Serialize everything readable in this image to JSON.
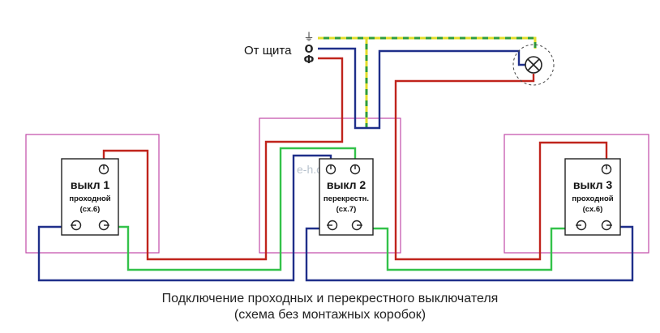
{
  "source_label": "От щита",
  "terminal_marks": {
    "ground": "⏚",
    "neutral": "О",
    "phase": "Ф"
  },
  "watermark": "e-h.com.ua",
  "switches": [
    {
      "title": "выкл 1",
      "type": "проходной",
      "ref": "(сх.6)"
    },
    {
      "title": "выкл 2",
      "type": "перекрестн.",
      "ref": "(сх.7)"
    },
    {
      "title": "выкл 3",
      "type": "проходной",
      "ref": "(сх.6)"
    }
  ],
  "caption": {
    "line1": "Подключение проходных и перекрестного выключателя",
    "line2": "(схема без монтажных коробок)"
  },
  "colors": {
    "phase": "#c0241c",
    "neutral": "#1f2f8a",
    "traveler": "#33c24a",
    "ground_green": "#2f9c3a",
    "ground_yellow": "#e3dd2a",
    "mount_frame": "#c14aa8"
  }
}
